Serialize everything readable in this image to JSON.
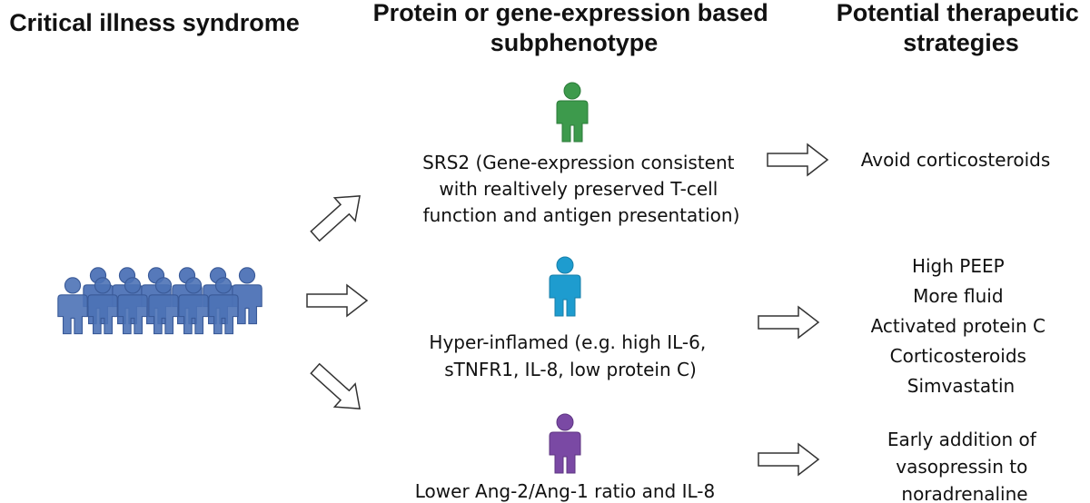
{
  "headers": {
    "col1": [
      "Critical illness syndrome"
    ],
    "col2": [
      "Protein or gene-expression based",
      "subphenotype"
    ],
    "col3": [
      "Potential therapeutic",
      "strategies"
    ]
  },
  "colors": {
    "crowd_fill": "#4d72b6",
    "crowd_stroke": "#3a5a98",
    "srs2": "#3d9a4c",
    "hyper": "#1e9ccf",
    "lower": "#7a49a4",
    "arrow_stroke": "#333333",
    "text": "#111111"
  },
  "subphenotypes": [
    {
      "key": "srs2",
      "icon": "green-person-icon",
      "description": [
        "SRS2 (Gene-expression consistent",
        "with realtively preserved T-cell",
        "function and antigen presentation)"
      ],
      "strategies": [
        "Avoid corticosteroids"
      ]
    },
    {
      "key": "hyper",
      "icon": "blue-person-icon",
      "description": [
        "Hyper-inflamed (e.g. high IL-6,",
        "sTNFR1, IL-8, low protein C)"
      ],
      "strategies": [
        "High PEEP",
        "More fluid",
        "Activated protein C",
        "Corticosteroids",
        "Simvastatin"
      ]
    },
    {
      "key": "lower",
      "icon": "purple-person-icon",
      "description": [
        "Lower Ang-2/Ang-1 ratio and IL-8"
      ],
      "strategies": [
        "Early addition of",
        "vasopressin to",
        "noradrenaline"
      ]
    }
  ]
}
